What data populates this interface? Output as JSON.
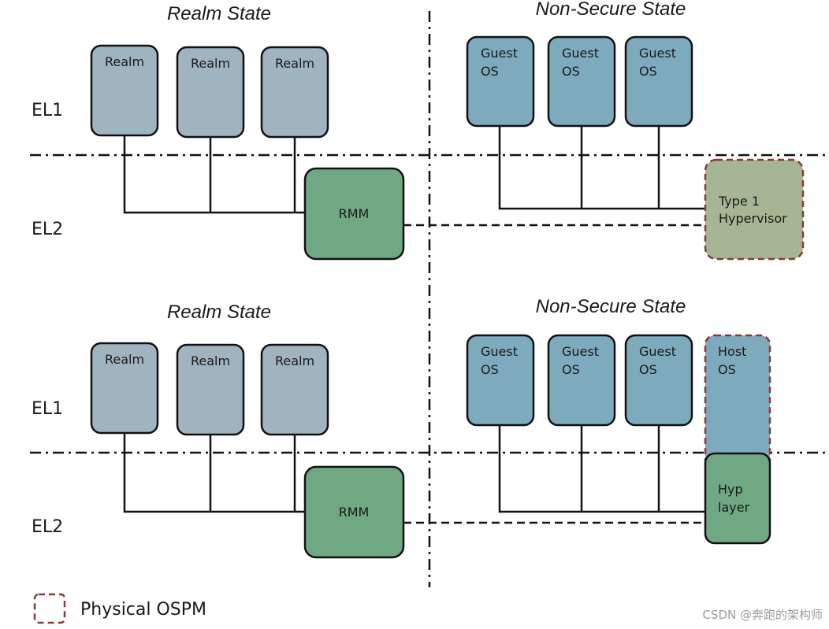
{
  "top": {
    "realm_title": "Realm State",
    "ns_title": "Non-Secure State",
    "el1": "EL1",
    "el2": "EL2",
    "realms": [
      {
        "label": "Realm"
      },
      {
        "label": "Realm"
      },
      {
        "label": "Realm"
      }
    ],
    "rmm": "RMM",
    "guests": [
      {
        "line1": "Guest",
        "line2": "OS"
      },
      {
        "line1": "Guest",
        "line2": "OS"
      },
      {
        "line1": "Guest",
        "line2": "OS"
      }
    ],
    "hypervisor": {
      "line1": "Type 1",
      "line2": "Hypervisor"
    }
  },
  "bottom": {
    "realm_title": "Realm State",
    "ns_title": "Non-Secure State",
    "el1": "EL1",
    "el2": "EL2",
    "realms": [
      {
        "label": "Realm"
      },
      {
        "label": "Realm"
      },
      {
        "label": "Realm"
      }
    ],
    "rmm": "RMM",
    "guests": [
      {
        "line1": "Guest",
        "line2": "OS"
      },
      {
        "line1": "Guest",
        "line2": "OS"
      },
      {
        "line1": "Guest",
        "line2": "OS"
      }
    ],
    "host": {
      "line1": "Host",
      "line2": "OS"
    },
    "hyp_layer": {
      "line1": "Hyp",
      "line2": "layer"
    }
  },
  "legend": {
    "label": "Physical OSPM"
  },
  "watermark": "CSDN @奔跑的架构师",
  "colors": {
    "realm": "#a0b4c0",
    "guest": "#7eaabd",
    "rmm": "#6fa882",
    "hypervisor": "#a6b594",
    "ospm_border": "#8a3a36"
  }
}
